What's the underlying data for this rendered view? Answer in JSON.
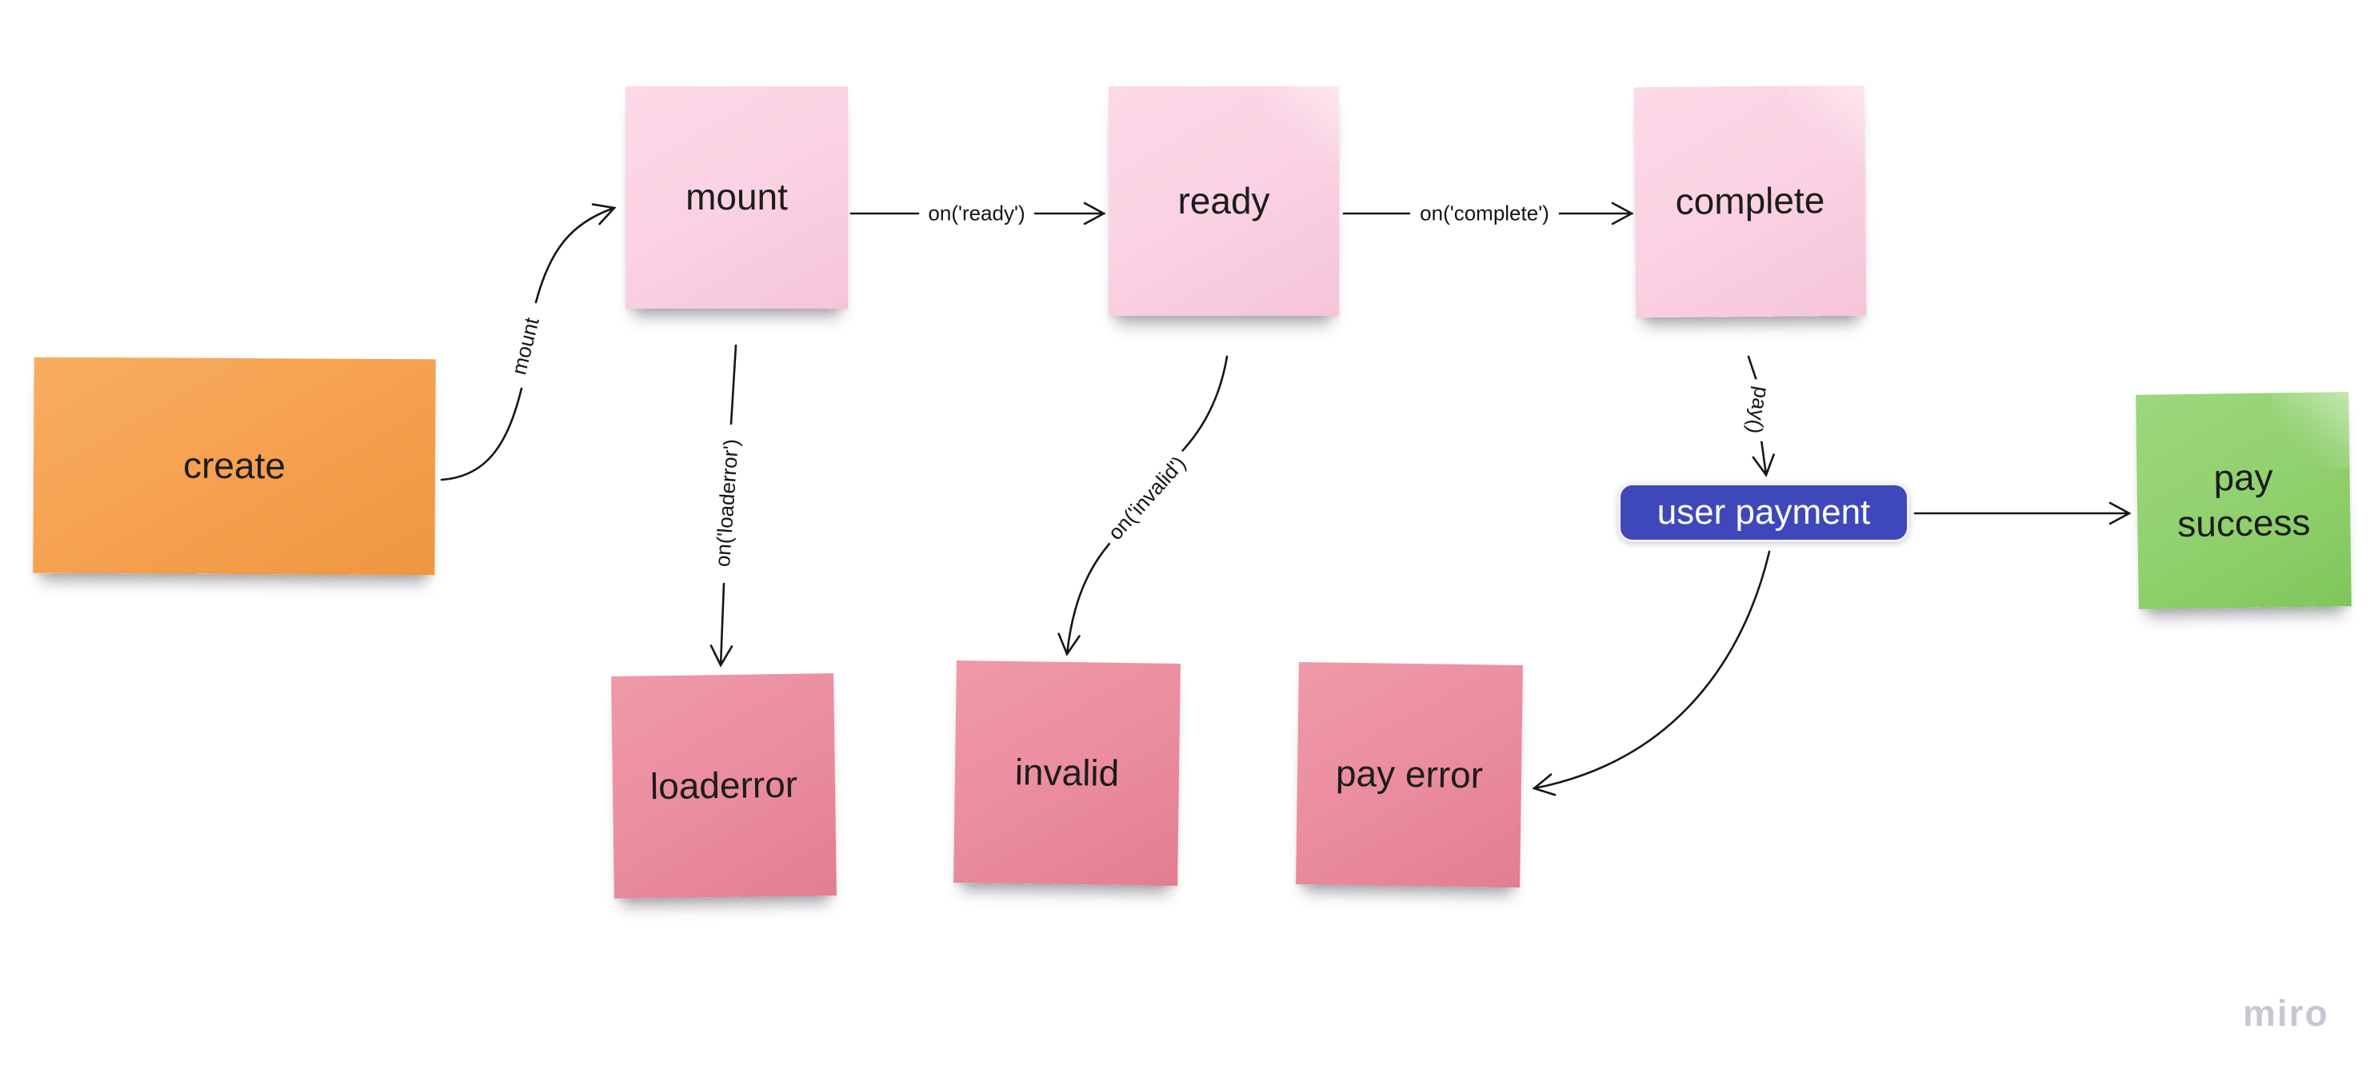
{
  "board": {
    "watermark": "miro",
    "colors": {
      "note_orange": "#F5A04E",
      "note_pink": "#FAD1E2",
      "note_rose": "#EA8C9E",
      "note_green": "#90D06D",
      "shape_blue": "#3F48BB",
      "connector_line": "#161616",
      "watermark_gray": "#C7C7D1"
    },
    "notes": [
      {
        "id": "create",
        "label": "create",
        "color": "orange"
      },
      {
        "id": "mount",
        "label": "mount",
        "color": "pink"
      },
      {
        "id": "ready",
        "label": "ready",
        "color": "pink"
      },
      {
        "id": "complete",
        "label": "complete",
        "color": "pink"
      },
      {
        "id": "loaderror",
        "label": "loaderror",
        "color": "rose"
      },
      {
        "id": "invalid",
        "label": "invalid",
        "color": "rose"
      },
      {
        "id": "pay_error",
        "label": "pay error",
        "color": "rose"
      },
      {
        "id": "pay_success",
        "label": "pay success",
        "color": "green"
      }
    ],
    "shape": {
      "id": "user_payment",
      "label": "user payment",
      "color": "#3F48BB"
    },
    "connector_labels": [
      {
        "id": "create_mount",
        "label": "mount"
      },
      {
        "id": "mount_ready",
        "label": "on('ready')"
      },
      {
        "id": "ready_complete",
        "label": "on('complete')"
      },
      {
        "id": "mount_loaderror",
        "label": "on('loaderror')"
      },
      {
        "id": "ready_invalid",
        "label": "on('invalid')"
      },
      {
        "id": "complete_user_payment",
        "label": "pay()"
      }
    ]
  }
}
